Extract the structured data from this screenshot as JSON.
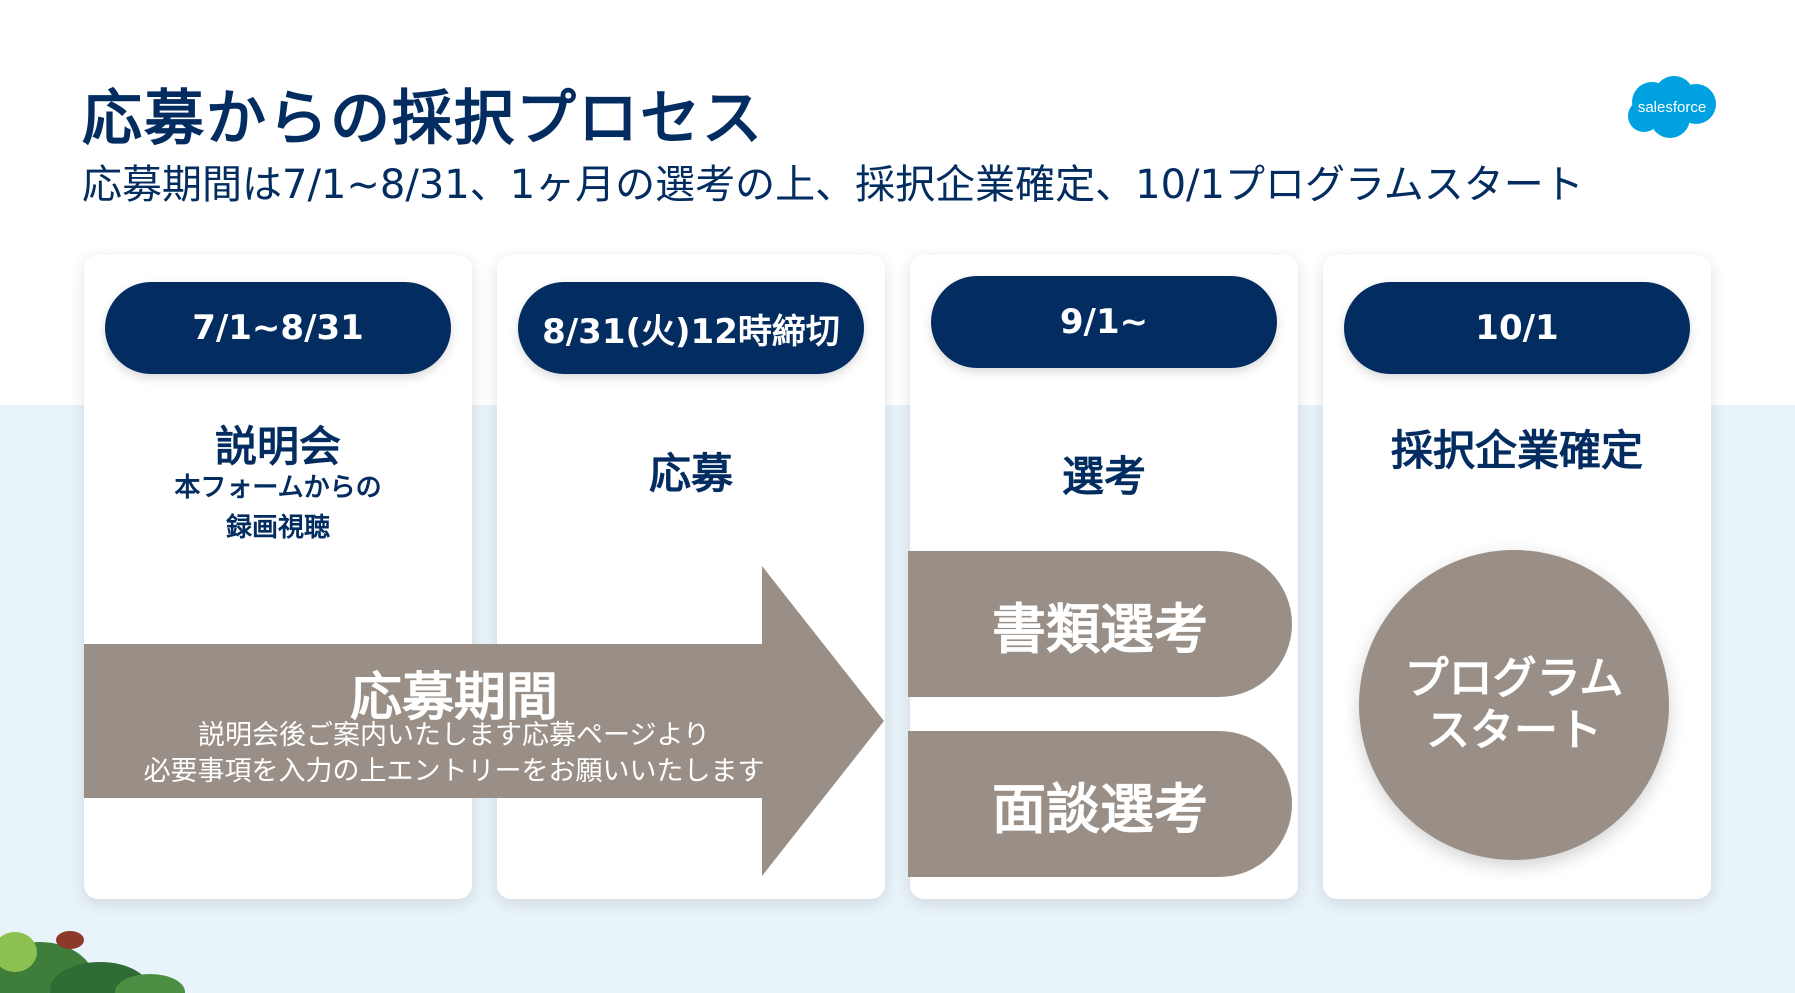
{
  "header": {
    "title": "応募からの採択プロセス",
    "subtitle": "応募期間は7/1~8/31、1ヶ月の選考の上、採択企業確定、10/1プログラムスタート",
    "logo_text": "salesforce"
  },
  "stages": [
    {
      "date": "7/1~8/31",
      "title": "説明会",
      "note_line1": "本フォームからの",
      "note_line2": "録画視聴"
    },
    {
      "date": "8/31(火)12時締切",
      "title": "応募"
    },
    {
      "date": "9/1~",
      "title": "選考",
      "steps": [
        "書類選考",
        "面談選考"
      ]
    },
    {
      "date": "10/1",
      "title": "採択企業確定",
      "circle_line1": "プログラム",
      "circle_line2": "スタート"
    }
  ],
  "arrow": {
    "title": "応募期間",
    "text_line1": "説明会後ご案内いたします応募ページより",
    "text_line2": "必要事項を入力の上エントリーをお願いいたします"
  },
  "colors": {
    "navy": "#032d60",
    "taupe": "#998f86",
    "band": "#e9f3fa",
    "logo_blue": "#00a1e0"
  }
}
